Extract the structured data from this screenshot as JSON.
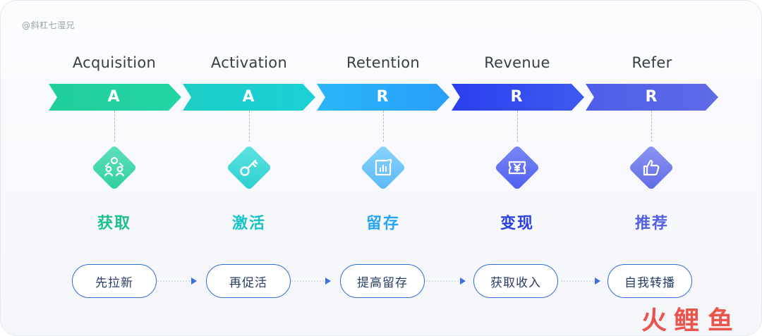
{
  "watermark_top": "@斜杠七湿兄",
  "stages": [
    {
      "title": "Acquisition",
      "letter": "A",
      "label": "获取",
      "action": "先拉新",
      "icon": "people-network-icon",
      "color": "#1fd09c"
    },
    {
      "title": "Activation",
      "letter": "A",
      "label": "激活",
      "action": "再促活",
      "icon": "key-icon",
      "color": "#1cc9cf"
    },
    {
      "title": "Retention",
      "letter": "R",
      "label": "留存",
      "action": "提高留存",
      "icon": "bar-chart-icon",
      "color": "#2aa8fa"
    },
    {
      "title": "Revenue",
      "letter": "R",
      "label": "变现",
      "action": "获取收入",
      "icon": "yuan-ticket-icon",
      "color": "#3452ee"
    },
    {
      "title": "Refer",
      "letter": "R",
      "label": "推荐",
      "action": "自我转播",
      "icon": "thumbs-up-icon",
      "color": "#5566e8"
    }
  ],
  "logo_text": "火鲤鱼",
  "colors": {
    "flow_arrow": "#3f6ee0",
    "logo_red": "#e8443a"
  }
}
